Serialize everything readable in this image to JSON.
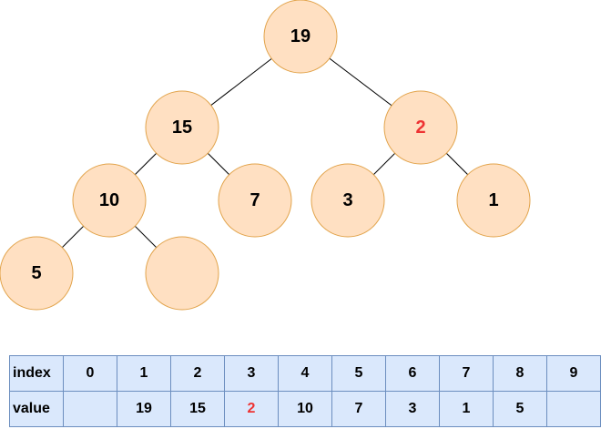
{
  "tree": {
    "nodes": [
      {
        "id": "n19",
        "label": "19",
        "highlight": false
      },
      {
        "id": "n15",
        "label": "15",
        "highlight": false
      },
      {
        "id": "n2",
        "label": "2",
        "highlight": true
      },
      {
        "id": "n10",
        "label": "10",
        "highlight": false
      },
      {
        "id": "n7",
        "label": "7",
        "highlight": false
      },
      {
        "id": "n3",
        "label": "3",
        "highlight": false
      },
      {
        "id": "n1",
        "label": "1",
        "highlight": false
      },
      {
        "id": "n5",
        "label": "5",
        "highlight": false
      },
      {
        "id": "nempty",
        "label": "",
        "highlight": false
      }
    ],
    "edges": [
      [
        "n19",
        "n15"
      ],
      [
        "n19",
        "n2"
      ],
      [
        "n15",
        "n10"
      ],
      [
        "n15",
        "n7"
      ],
      [
        "n2",
        "n3"
      ],
      [
        "n2",
        "n1"
      ],
      [
        "n10",
        "n5"
      ],
      [
        "n10",
        "nempty"
      ]
    ]
  },
  "array": {
    "index_label": "index",
    "value_label": "value",
    "indices": [
      "0",
      "1",
      "2",
      "3",
      "4",
      "5",
      "6",
      "7",
      "8",
      "9"
    ],
    "values": [
      "",
      "19",
      "15",
      "2",
      "10",
      "7",
      "3",
      "1",
      "5",
      ""
    ],
    "highlight_index": 3
  },
  "colors": {
    "node_fill": "#ffe0c2",
    "node_stroke": "#e2a44c",
    "highlight": "#ee3333",
    "cell_fill": "#dae8fc",
    "cell_stroke": "#6c8ebf"
  }
}
